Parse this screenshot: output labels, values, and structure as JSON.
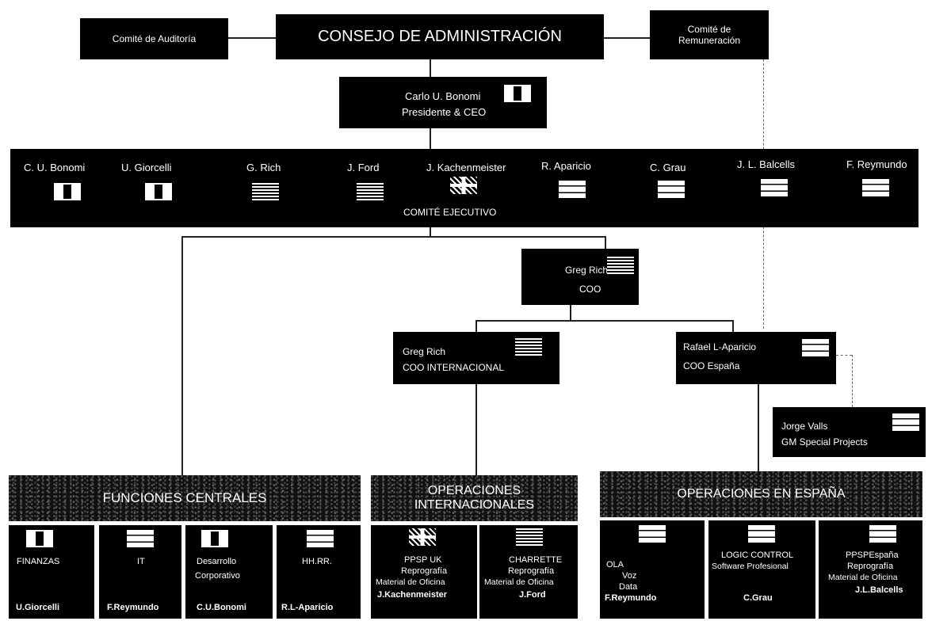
{
  "board": {
    "audit_committee": "Comité de Auditoría",
    "title": "CONSEJO DE ADMINISTRACIÓN",
    "remuneration_committee_line1": "Comité de",
    "remuneration_committee_line2": "Remuneración"
  },
  "ceo": {
    "name": "Carlo U. Bonomi",
    "role": "Presidente & CEO",
    "flag": "italy-flag-icon"
  },
  "executive_committee": {
    "label": "COMITÉ EJECUTIVO",
    "members": [
      {
        "name": "C. U. Bonomi",
        "flag": "italy"
      },
      {
        "name": "U. Giorcelli",
        "flag": "italy"
      },
      {
        "name": "G. Rich",
        "flag": "usa"
      },
      {
        "name": "J. Ford",
        "flag": "usa"
      },
      {
        "name": "J. Kachenmeister",
        "flag": "uk"
      },
      {
        "name": "R. Aparicio",
        "flag": "spain"
      },
      {
        "name": "C. Grau",
        "flag": "spain"
      },
      {
        "name": "J. L. Balcells",
        "flag": "spain"
      },
      {
        "name": "F. Reymundo",
        "flag": "spain"
      }
    ]
  },
  "coo": {
    "name": "Greg Rich",
    "role": "COO"
  },
  "coo_international": {
    "name": "Greg Rich",
    "role": "COO INTERNACIONAL"
  },
  "coo_spain": {
    "name": "Rafael L-Aparicio",
    "role": "COO España"
  },
  "special_projects": {
    "name": "Jorge Valls",
    "role": "GM Special Projects"
  },
  "sections": {
    "central": "FUNCIONES CENTRALES",
    "international_line1": "OPERACIONES",
    "international_line2": "INTERNACIONALES",
    "spain": "OPERACIONES EN ESPAÑA"
  },
  "central_units": [
    {
      "title": "FINANZAS",
      "title2": "",
      "person": "U.Giorcelli",
      "flag": "italy"
    },
    {
      "title": "IT",
      "title2": "",
      "person": "F.Reymundo",
      "flag": "spain"
    },
    {
      "title": "Desarrollo",
      "title2": "Corporativo",
      "person": "C.U.Bonomi",
      "flag": "italy"
    },
    {
      "title": "HH.RR.",
      "title2": "",
      "person": "R.L-Aparicio",
      "flag": "spain"
    }
  ],
  "international_units": [
    {
      "title": "PPSP UK",
      "line2": "Reprografía",
      "line3": "Material de Oficina",
      "person": "J.Kachenmeister",
      "flag": "uk"
    },
    {
      "title": "CHARRETTE",
      "line2": "Reprografía",
      "line3": "Material de Oficina",
      "person": "J.Ford",
      "flag": "usa"
    }
  ],
  "spain_units": [
    {
      "title": "OLA",
      "line2": "Voz",
      "line3": "Data",
      "person": "F.Reymundo",
      "flag": "spain"
    },
    {
      "title": "LOGIC CONTROL",
      "line2": "Software Profesional",
      "line3": "",
      "person": "C.Grau",
      "flag": "spain"
    },
    {
      "title": "PPSPEspaña",
      "line2": "Reprografía",
      "line3": "Material de Oficina",
      "person": "J.L.Balcells",
      "flag": "spain"
    }
  ]
}
